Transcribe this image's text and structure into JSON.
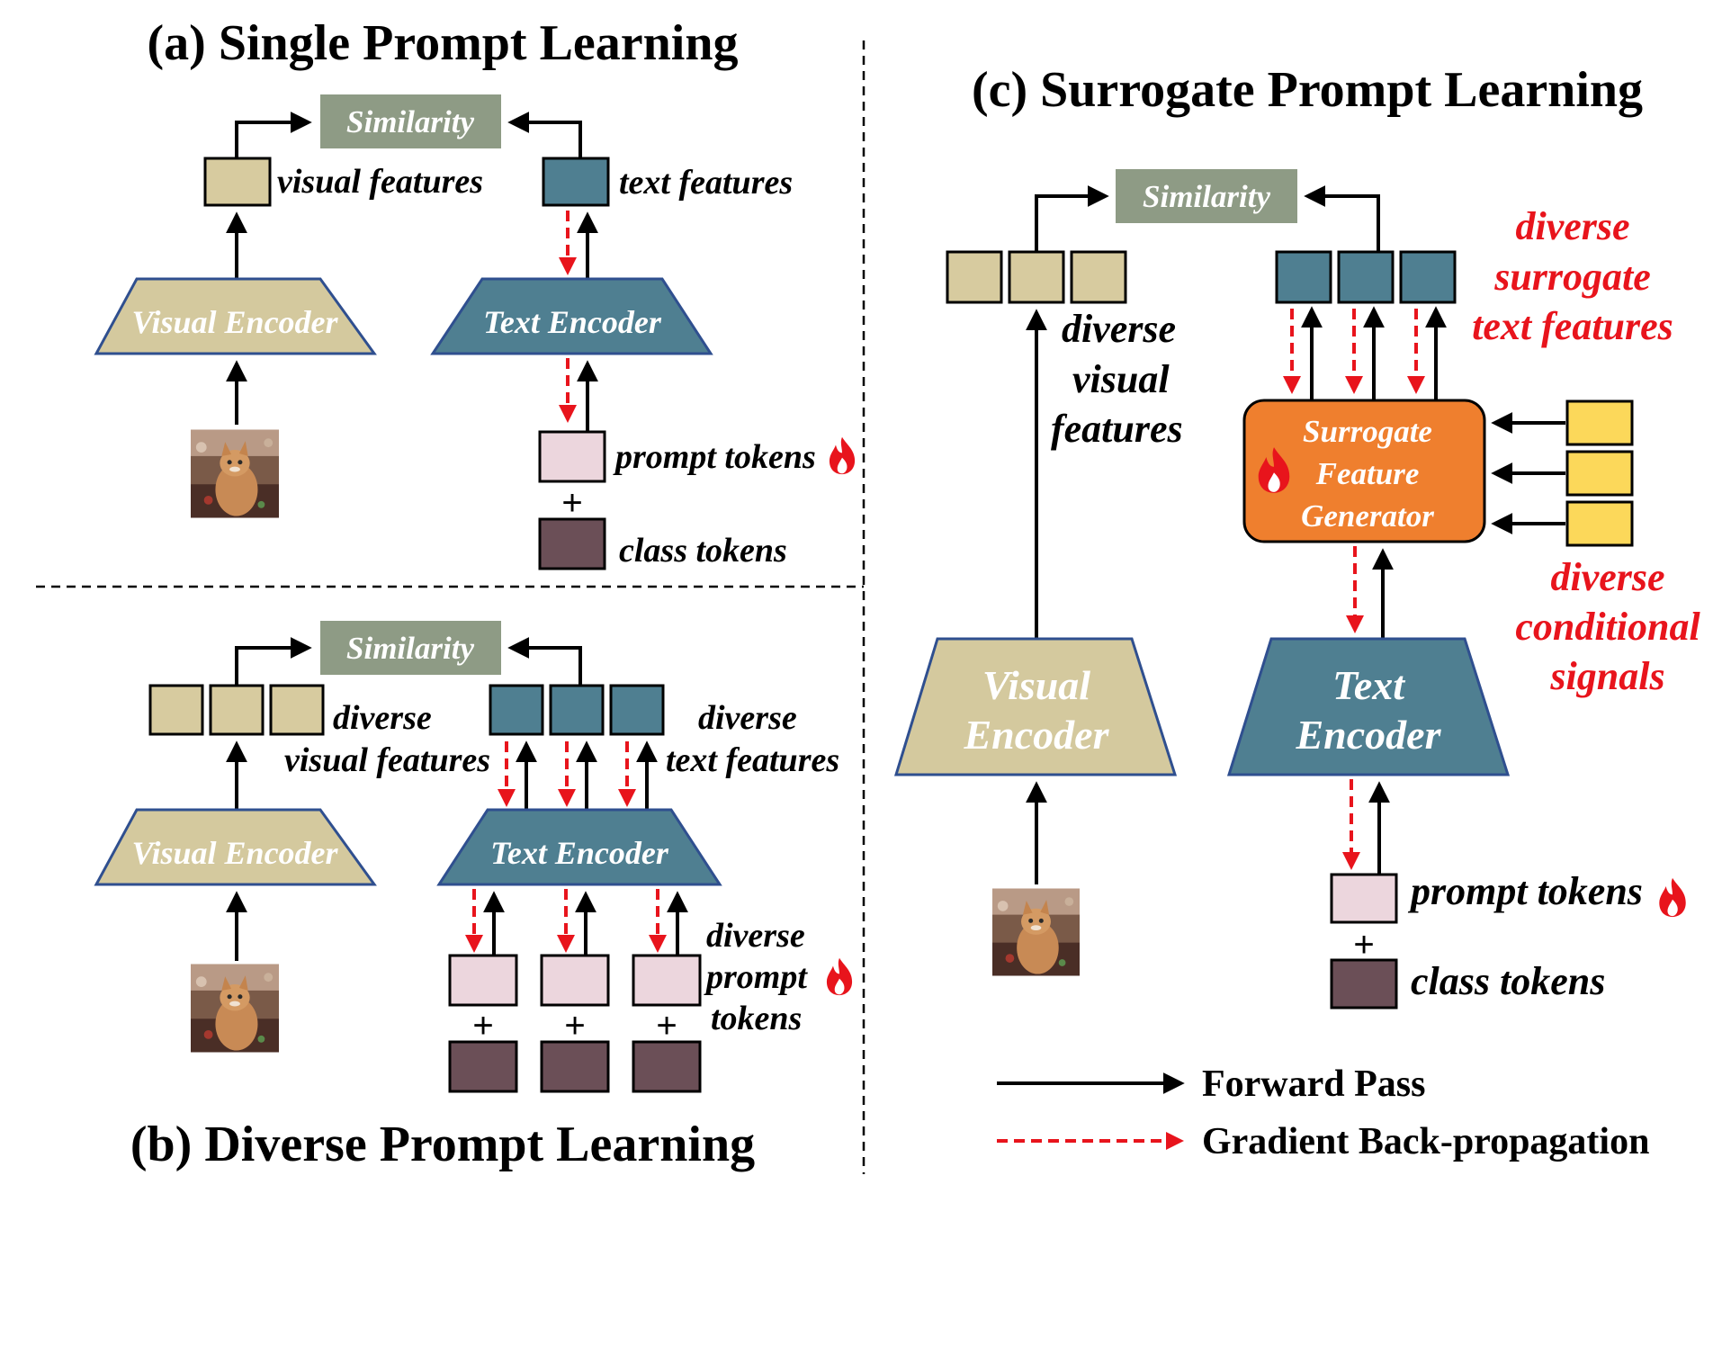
{
  "panel_a": {
    "title": "(a) Single Prompt Learning",
    "similarity": "Similarity",
    "visual_features": "visual features",
    "text_features": "text features",
    "visual_encoder": "Visual Encoder",
    "text_encoder": "Text Encoder",
    "prompt_tokens": "prompt tokens",
    "plus": "+",
    "class_tokens": "class tokens"
  },
  "panel_b": {
    "title": "(b) Diverse Prompt Learning",
    "similarity": "Similarity",
    "diverse_visual_1": "diverse",
    "diverse_visual_2": "visual features",
    "diverse_text_1": "diverse",
    "diverse_text_2": "text features",
    "visual_encoder": "Visual Encoder",
    "text_encoder": "Text Encoder",
    "diverse_prompt_1": "diverse",
    "diverse_prompt_2": "prompt",
    "diverse_prompt_3": "tokens",
    "plus": "+"
  },
  "panel_c": {
    "title": "(c) Surrogate Prompt Learning",
    "similarity": "Similarity",
    "diverse_visual_1": "diverse",
    "diverse_visual_2": "visual",
    "diverse_visual_3": "features",
    "surrogate_text_1": "diverse",
    "surrogate_text_2": "surrogate",
    "surrogate_text_3": "text features",
    "generator_1": "Surrogate",
    "generator_2": "Feature",
    "generator_3": "Generator",
    "conditional_1": "diverse",
    "conditional_2": "conditional",
    "conditional_3": "signals",
    "visual_encoder_1": "Visual",
    "visual_encoder_2": "Encoder",
    "text_encoder_1": "Text",
    "text_encoder_2": "Encoder",
    "prompt_tokens": "prompt tokens",
    "plus": "+",
    "class_tokens": "class tokens"
  },
  "legend": {
    "forward": "Forward Pass",
    "backward": "Gradient Back-propagation"
  },
  "colors": {
    "visual": "#d4c99e",
    "text": "#4f7f91",
    "similarity": "#8e9b85",
    "prompt": "#ecd6dd",
    "class": "#6b4f57",
    "generator": "#ef7f2e",
    "conditional": "#fcd85a",
    "highlight": "#e8141c"
  },
  "icons": [
    "cat-image-icon",
    "flame-icon"
  ]
}
